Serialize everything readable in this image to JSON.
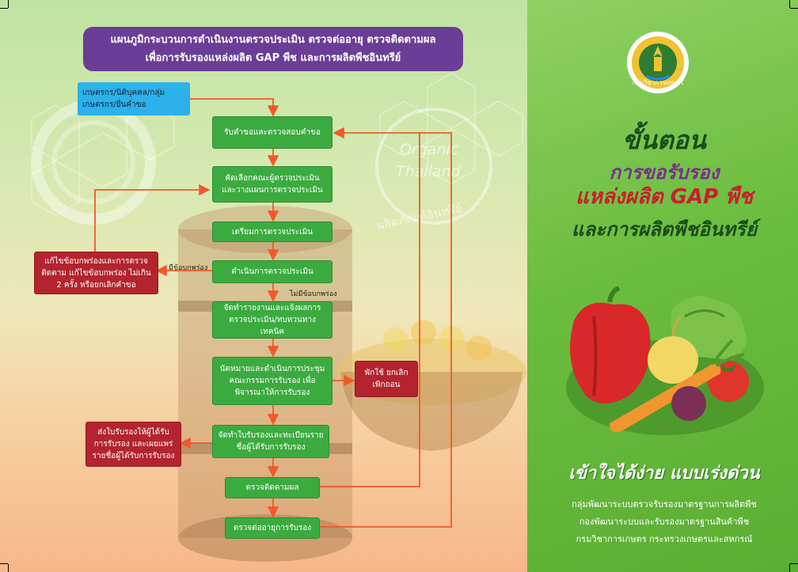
{
  "flowchart": {
    "title_line1": "แผนภูมิกระบวนการดำเนินงานตรวจประเมิน ตรวจต่ออายุ ตรวจติดตามผล",
    "title_line2": "เพื่อการรับรองแหล่งผลิต GAP พืช และการผลิตพืชอินทรีย์",
    "applicant": "เกษตรกร/นิติบุคคล/กลุ่มเกษตรกร/ยื่นคำขอ",
    "steps": [
      "รับคำขอและตรวจสอบคำขอ",
      "คัดเลือกคณะผู้ตรวจประเมิน และวางแผนการตรวจประเมิน",
      "เตรียมการตรวจประเมิน",
      "ดำเนินการตรวจประเมิน",
      "จัดทำรายงานและแจ้งผลการตรวจประเมิน/ทบทวนทางเทคนิค",
      "นัดหมายและดำเนินการประชุมคณะกรรมการรับรอง เพื่อพิจารณาให้การรับรอง",
      "จัดทำใบรับรองและทะเบียนรายชื่อผู้ได้รับการรับรอง",
      "ตรวจติดตามผล",
      "ตรวจต่ออายุการรับรอง"
    ],
    "fix_nonconformity": "แก้ไขข้อบกพร่องและการตรวจติดตาม แก้ไขข้อบกพร่อง ไม่เกิน 2 ครั้ง หรือยกเลิกคำขอ",
    "has_defect_label": "มีข้อบกพร่อง",
    "no_defect_label": "ไม่มีข้อบกพร่อง",
    "suspend": "พักใช้ ยกเลิกเพิกถอน",
    "send_certificate": "ส่งใบรับรองให้ผู้ได้รับการรับรอง และเผยแพร่รายชื่อผู้ได้รับการรับรอง"
  },
  "watermark": {
    "organic_line1": "Organic",
    "organic_line2": "Thailand",
    "organic_thai": "ผลิตภัณฑ์อินทรีย์"
  },
  "cover": {
    "logo_text": "กรมวิชาการเกษตร",
    "heading1": "ขั้นตอน",
    "heading2": "การขอรับรอง",
    "heading3": "แหล่งผลิต GAP พืช",
    "heading4": "และการผลิตพืชอินทรีย์",
    "tagline": "เข้าใจได้ง่าย แบบเร่งด่วน",
    "footer": [
      "กลุ่มพัฒนาระบบตรวจรับรองมาตรฐานการผลิตพืช",
      "กองพัฒนาระบบและรับรองมาตรฐานสินค้าพืช",
      "กรมวิชาการเกษตร กระทรวงเกษตรและสหกรณ์"
    ]
  },
  "colors": {
    "title_purple": "#6a3d97",
    "step_green": "#3bab3f",
    "applicant_blue": "#2cb1ea",
    "alert_red": "#b3242e",
    "arrow_orange": "#ef5a2a"
  }
}
